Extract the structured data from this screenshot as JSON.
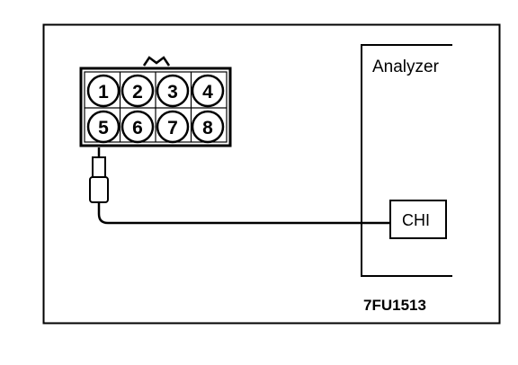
{
  "connector": {
    "pins": [
      "1",
      "2",
      "3",
      "4",
      "5",
      "6",
      "7",
      "8"
    ]
  },
  "analyzer": {
    "label": "Analyzer",
    "channel_label": "CHI"
  },
  "figure_code": "7FU1513",
  "colors": {
    "line": "#000000",
    "background": "#ffffff"
  }
}
